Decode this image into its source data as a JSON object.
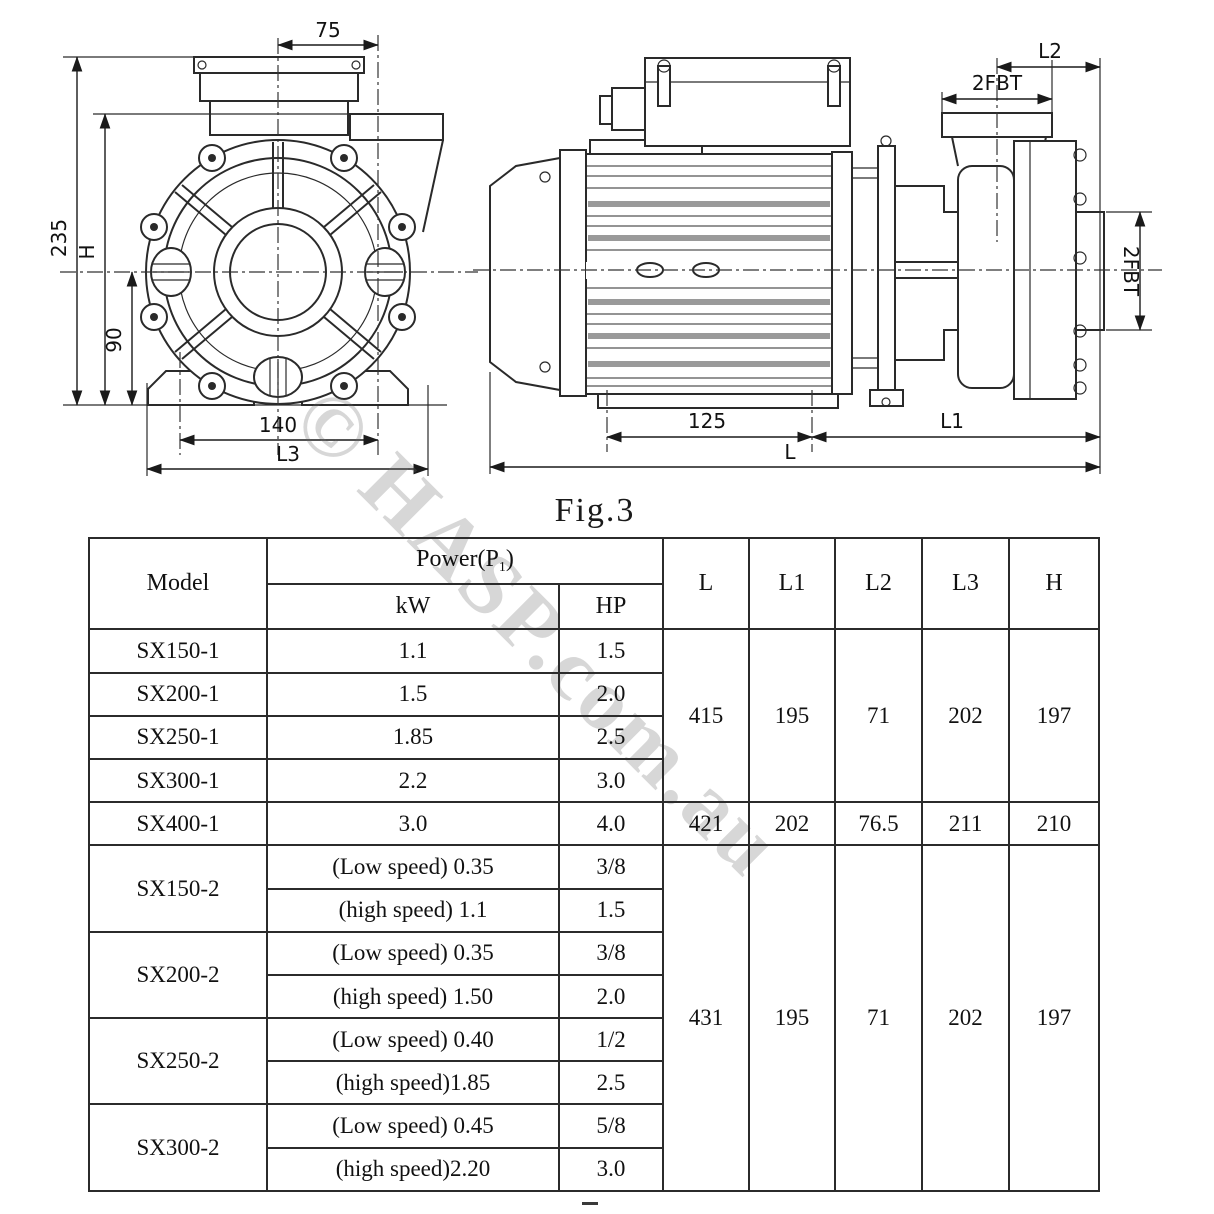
{
  "watermark": {
    "text": "© HASP.com.au"
  },
  "figure": {
    "caption": "Fig.3",
    "front": {
      "dim_75": "75",
      "dim_235": "235",
      "dim_h": "H",
      "dim_90": "90",
      "dim_140": "140",
      "dim_l3": "L3"
    },
    "side": {
      "dim_l2": "L2",
      "dim_2fbt_top": "2FBT",
      "dim_2fbt_side": "2FBT",
      "dim_125": "125",
      "dim_l1": "L1",
      "dim_l": "L"
    }
  },
  "table": {
    "header": {
      "model": "Model",
      "power_main": "Power(P",
      "power_sub": "1",
      "power_close": ")",
      "kw": "kW",
      "hp": "HP",
      "l": "L",
      "l1": "L1",
      "l2": "L2",
      "l3": "L3",
      "h": "H"
    },
    "rows": [
      {
        "model": "SX150-1",
        "kw": "1.1",
        "hp": "1.5"
      },
      {
        "model": "SX200-1",
        "kw": "1.5",
        "hp": "2.0"
      },
      {
        "model": "SX250-1",
        "kw": "1.85",
        "hp": "2.5"
      },
      {
        "model": "SX300-1",
        "kw": "2.2",
        "hp": "3.0"
      },
      {
        "model": "SX400-1",
        "kw": "3.0",
        "hp": "4.0"
      },
      {
        "model": "SX150-2",
        "kw": "(Low speed) 0.35",
        "hp": "3/8"
      },
      {
        "kw": "(high speed) 1.1",
        "hp": "1.5"
      },
      {
        "model": "SX200-2",
        "kw": "(Low speed) 0.35",
        "hp": "3/8"
      },
      {
        "kw": "(high speed) 1.50",
        "hp": "2.0"
      },
      {
        "model": "SX250-2",
        "kw": "(Low speed) 0.40",
        "hp": "1/2"
      },
      {
        "kw": "(high speed)1.85",
        "hp": "2.5"
      },
      {
        "model": "SX300-2",
        "kw": "(Low speed) 0.45",
        "hp": "5/8"
      },
      {
        "kw": "(high speed)2.20",
        "hp": "3.0"
      }
    ],
    "merged": {
      "group1": {
        "l": "415",
        "l1": "195",
        "l2": "71",
        "l3": "202",
        "h": "197"
      },
      "sx400": {
        "l": "421",
        "l1": "202",
        "l2": "76.5",
        "l3": "211",
        "h": "210"
      },
      "group2": {
        "l": "431",
        "l1": "195",
        "l2": "71",
        "l3": "202",
        "h": "197"
      }
    }
  }
}
